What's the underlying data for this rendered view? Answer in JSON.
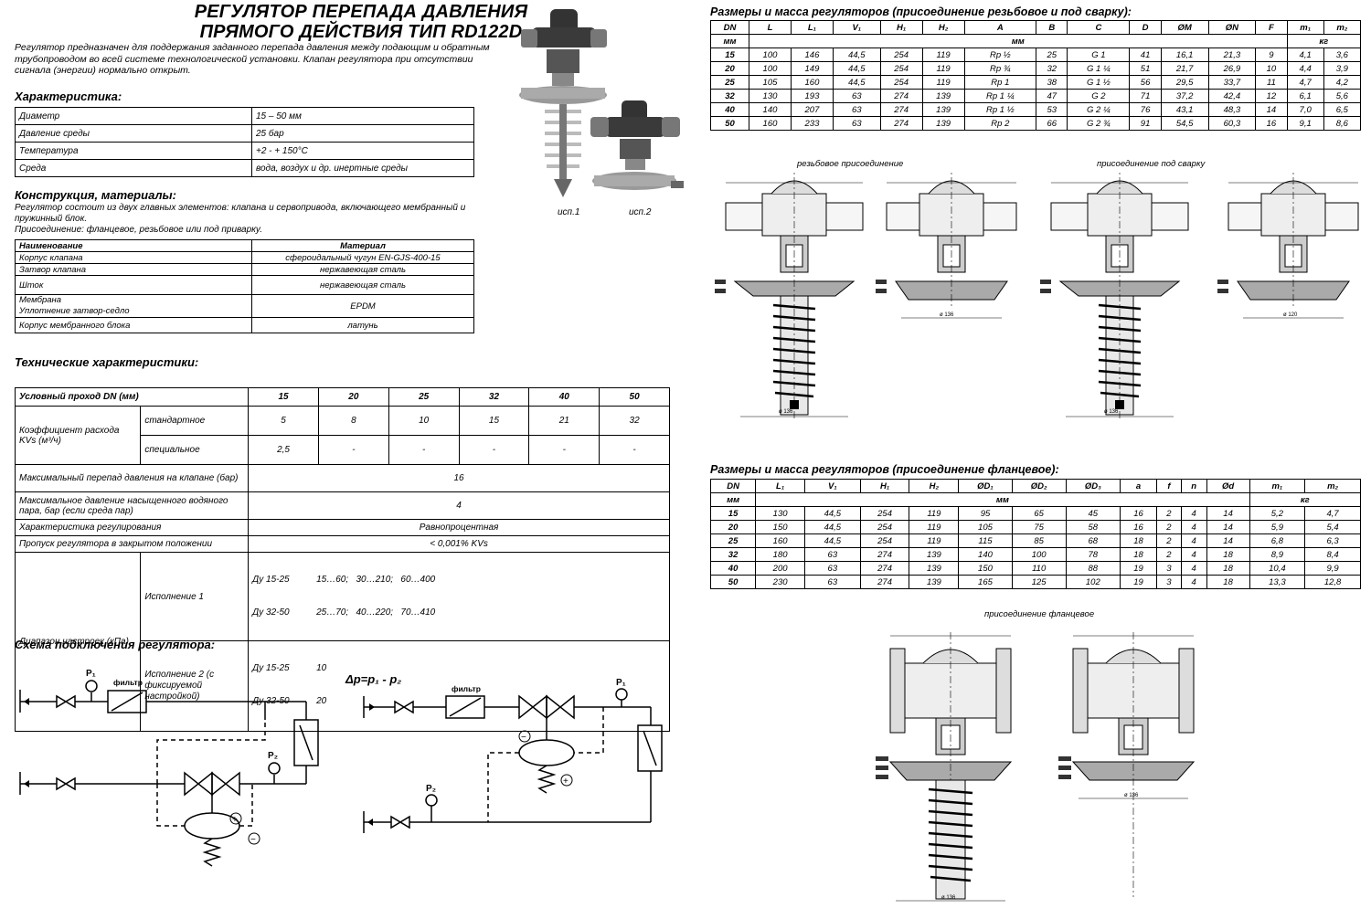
{
  "title_line1": "РЕГУЛЯТОР ПЕРЕПАДА ДАВЛЕНИЯ",
  "title_line2": "ПРЯМОГО ДЕЙСТВИЯ ТИП RD122D",
  "intro": "Регулятор предназначен для поддержания заданного перепада давления между подающим и обратным трубопроводом во всей системе технологической установки. Клапан регулятора при отсутствии сигнала (энергии) нормально открыт.",
  "photo_labels": [
    "исп.1",
    "исп.2"
  ],
  "char_heading": "Характеристика:",
  "characteristics": [
    {
      "k": "Диаметр",
      "v": "15 – 50 мм"
    },
    {
      "k": "Давление среды",
      "v": "25 бар"
    },
    {
      "k": "Температура",
      "v": "+2 - + 150°C"
    },
    {
      "k": "Среда",
      "v": "вода, воздух и др. инертные среды"
    }
  ],
  "constr_heading": "Конструкция, материалы:",
  "constr_text1": "Регулятор состоит из двух главных элементов: клапана и сервопривода, включающего мембранный и пружинный блок.",
  "constr_text2": "Присоединение: фланцевое, резьбовое или под приварку.",
  "materials_header": {
    "name": "Наименование",
    "material": "Материал"
  },
  "materials": [
    {
      "name": "Корпус клапана",
      "material": "сфероидальный чугун EN-GJS-400-15"
    },
    {
      "name": "Затвор клапана",
      "material": "нержавеющая сталь"
    },
    {
      "name": "Шток",
      "material": "нержавеющая сталь"
    },
    {
      "name": "Мембрана",
      "name2": "Уплотнение затвор-седло",
      "material": "EPDM"
    },
    {
      "name": "Корпус мембранного блока",
      "material": "латунь"
    }
  ],
  "tech_heading": "Технические характеристики:",
  "tech": {
    "dn_label": "Условный проход  DN (мм)",
    "dn": [
      "15",
      "20",
      "25",
      "32",
      "40",
      "50"
    ],
    "kvs_label": "Коэффициент расхода KVs (м³/ч)",
    "kvs_std_label": "стандартное",
    "kvs_std": [
      "5",
      "8",
      "10",
      "15",
      "21",
      "32"
    ],
    "kvs_spec_label": "специальное",
    "kvs_spec": [
      "2,5",
      "-",
      "-",
      "-",
      "-",
      "-"
    ],
    "maxdp_label": "Максимальный перепад давления на клапане (бар)",
    "maxdp": "16",
    "steam_label": "Максимальное давление насыщенного водяного пара, бар (если среда пар)",
    "steam": "4",
    "reg_label": "Характеристика регулирования",
    "reg": "Равнопроцентная",
    "leak_label": "Пропуск регулятора в закрытом положении",
    "leak": "< 0,001% KVs",
    "range_label": "Диапазон настроек (кПа)",
    "ver1_label": "Исполнение 1",
    "ver1_rows": [
      {
        "dn": "Ду 15-25",
        "vals": "15…60;   30…210;   60…400"
      },
      {
        "dn": "Ду 32-50",
        "vals": "25…70;   40…220;   70…410"
      }
    ],
    "ver2_label": "Исполнение 2 (с фиксируемой настройкой)",
    "ver2_rows": [
      {
        "dn": "Ду 15-25",
        "vals": "10"
      },
      {
        "dn": "Ду 32-50",
        "vals": "20"
      }
    ]
  },
  "scheme_heading": "Схема подключения регулятора:",
  "scheme_formula": "Δp=p₁ - p₂",
  "scheme_labels": {
    "filter": "фильтр",
    "p1": "P₁",
    "p2": "P₂",
    "plus": "+",
    "minus": "−"
  },
  "thread_heading": "Размеры и масса регуляторов (присоединение резьбовое и под сварку):",
  "thread_cols": [
    "DN",
    "L",
    "L₁",
    "V₁",
    "H₁",
    "H₂",
    "A",
    "B",
    "C",
    "D",
    "ØM",
    "ØN",
    "F",
    "m₁",
    "m₂"
  ],
  "thread_units": {
    "first": "мм",
    "mid": "мм",
    "kg": "кг"
  },
  "thread_rows": [
    [
      "15",
      "100",
      "146",
      "44,5",
      "254",
      "119",
      "Rp ½",
      "25",
      "G 1",
      "41",
      "16,1",
      "21,3",
      "9",
      "4,1",
      "3,6"
    ],
    [
      "20",
      "100",
      "149",
      "44,5",
      "254",
      "119",
      "Rp ¾",
      "32",
      "G 1 ¼",
      "51",
      "21,7",
      "26,9",
      "10",
      "4,4",
      "3,9"
    ],
    [
      "25",
      "105",
      "160",
      "44,5",
      "254",
      "119",
      "Rp 1",
      "38",
      "G 1 ½",
      "56",
      "29,5",
      "33,7",
      "11",
      "4,7",
      "4,2"
    ],
    [
      "32",
      "130",
      "193",
      "63",
      "274",
      "139",
      "Rp 1 ¼",
      "47",
      "G 2",
      "71",
      "37,2",
      "42,4",
      "12",
      "6,1",
      "5,6"
    ],
    [
      "40",
      "140",
      "207",
      "63",
      "274",
      "139",
      "Rp 1 ½",
      "53",
      "G 2 ¼",
      "76",
      "43,1",
      "48,3",
      "14",
      "7,0",
      "6,5"
    ],
    [
      "50",
      "160",
      "233",
      "63",
      "274",
      "139",
      "Rp 2",
      "66",
      "G 2 ¾",
      "91",
      "54,5",
      "60,3",
      "16",
      "9,1",
      "8,6"
    ]
  ],
  "drawing_labels": {
    "threaded": "резьбовое присоединение",
    "welded": "присоединение под сварку",
    "flanged": "присоединение фланцевое"
  },
  "drawing_dims": {
    "d136": "ø 136",
    "d120": "ø 120"
  },
  "flange_heading": "Размеры и масса регуляторов (присоединение фланцевое):",
  "flange_cols": [
    "DN",
    "L₁",
    "V₁",
    "H₁",
    "H₂",
    "ØD₁",
    "ØD₂",
    "ØD₃",
    "a",
    "f",
    "n",
    "Ød",
    "m₁",
    "m₂"
  ],
  "flange_units": {
    "first": "мм",
    "mid": "мм",
    "kg": "кг"
  },
  "flange_rows": [
    [
      "15",
      "130",
      "44,5",
      "254",
      "119",
      "95",
      "65",
      "45",
      "16",
      "2",
      "4",
      "14",
      "5,2",
      "4,7"
    ],
    [
      "20",
      "150",
      "44,5",
      "254",
      "119",
      "105",
      "75",
      "58",
      "16",
      "2",
      "4",
      "14",
      "5,9",
      "5,4"
    ],
    [
      "25",
      "160",
      "44,5",
      "254",
      "119",
      "115",
      "85",
      "68",
      "18",
      "2",
      "4",
      "14",
      "6,8",
      "6,3"
    ],
    [
      "32",
      "180",
      "63",
      "274",
      "139",
      "140",
      "100",
      "78",
      "18",
      "2",
      "4",
      "18",
      "8,9",
      "8,4"
    ],
    [
      "40",
      "200",
      "63",
      "274",
      "139",
      "150",
      "110",
      "88",
      "19",
      "3",
      "4",
      "18",
      "10,4",
      "9,9"
    ],
    [
      "50",
      "230",
      "63",
      "274",
      "139",
      "165",
      "125",
      "102",
      "19",
      "3",
      "4",
      "18",
      "13,3",
      "12,8"
    ]
  ]
}
